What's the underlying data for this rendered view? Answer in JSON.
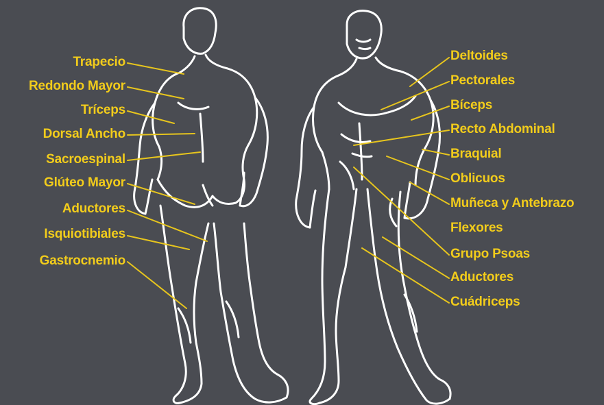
{
  "colors": {
    "background": "#4a4c52",
    "label": "#f2cc1b",
    "leader": "#e7c51d",
    "outline": "#ffffff"
  },
  "back_view": {
    "labels": [
      "Trapecio",
      "Redondo Mayor",
      "Tríceps",
      "Dorsal Ancho",
      "Sacroespinal",
      "Glúteo Mayor",
      "Aductores",
      "Isquiotibiales",
      "Gastrocnemio"
    ]
  },
  "front_view": {
    "labels": [
      "Deltoides",
      "Pectorales",
      "Bíceps",
      "Recto Abdominal",
      "Braquial",
      "Oblicuos",
      "Muñeca y Antebrazo",
      "Flexores",
      "Grupo Psoas",
      "Aductores",
      "Cuádriceps"
    ]
  }
}
